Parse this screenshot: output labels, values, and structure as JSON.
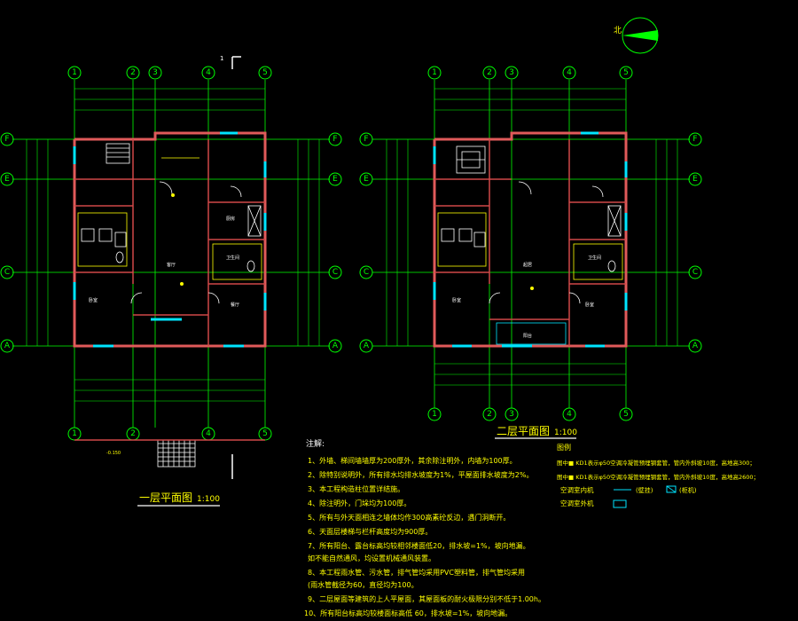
{
  "north_label": "北",
  "plan1": {
    "title": "一层平面图",
    "scale": "1:100",
    "grid_x": [
      "1",
      "2",
      "3",
      "4",
      "5"
    ],
    "grid_y": [
      "A",
      "C",
      "E",
      "F"
    ],
    "section_mark": "1",
    "elevation_mark": "-0.150",
    "rooms": [
      "客厅",
      "卧室",
      "厨房",
      "卫生间",
      "餐厅"
    ]
  },
  "plan2": {
    "title": "二层平面图",
    "scale": "1:100",
    "grid_x": [
      "1",
      "2",
      "3",
      "4",
      "5"
    ],
    "grid_y": [
      "A",
      "C",
      "E",
      "F"
    ],
    "rooms": [
      "卧室",
      "卧室",
      "起居",
      "卫生间",
      "阳台"
    ]
  },
  "notes": {
    "heading": "注解:",
    "items": [
      "1、外墙、梯间墙墙厚为200厚外，其余除注明外，内墙为100厚。",
      "2、除特别说明外，所有排水均排水坡度为1%，平屋面排水坡度为2%。",
      "3、本工程构造柱位置详结施。",
      "4、除注明外，门垛均为100厚。",
      "5、所有与外天面相连之墙体均作300高素砼反边，遇门洞断开。",
      "6、天面层楼梯与栏杆高度均为900厚。",
      "7、所有阳台、露台标高均较相邻楼面低20，排水坡=1%，坡向地漏。",
      "   如不能自然通风，均设置机械通风装置。",
      "8、本工程雨水管、污水管，排气管均采用PVC塑料管，排气管均采用",
      "   (雨水管截径为60，直径均为100。",
      "9、二层屋面等建筑的上人平屋面，其屋面板的耐火极限分别不低于1.00h。",
      "10、所有阳台标高均较楼面标高低 60，排水坡=1%，坡向地漏。"
    ]
  },
  "legend": {
    "heading": "图例",
    "line1": "图中■ KD1表示φ50空调冷凝管预埋钢套管，管内外斜坡10度，高地高300；",
    "line2": "图中■ KD1表示φ50空调冷凝管预埋钢套管，管内外斜坡10度，高地高2600；",
    "indoor_label": "空调室内机",
    "outdoor_label": "空调室外机",
    "wall_hang": "(壁挂)",
    "cabinet": "(柜机)"
  },
  "colors": {
    "wall": "#e05a5a",
    "grid": "#00ff00",
    "window": "#00e5ff",
    "text": "#ffff00"
  }
}
